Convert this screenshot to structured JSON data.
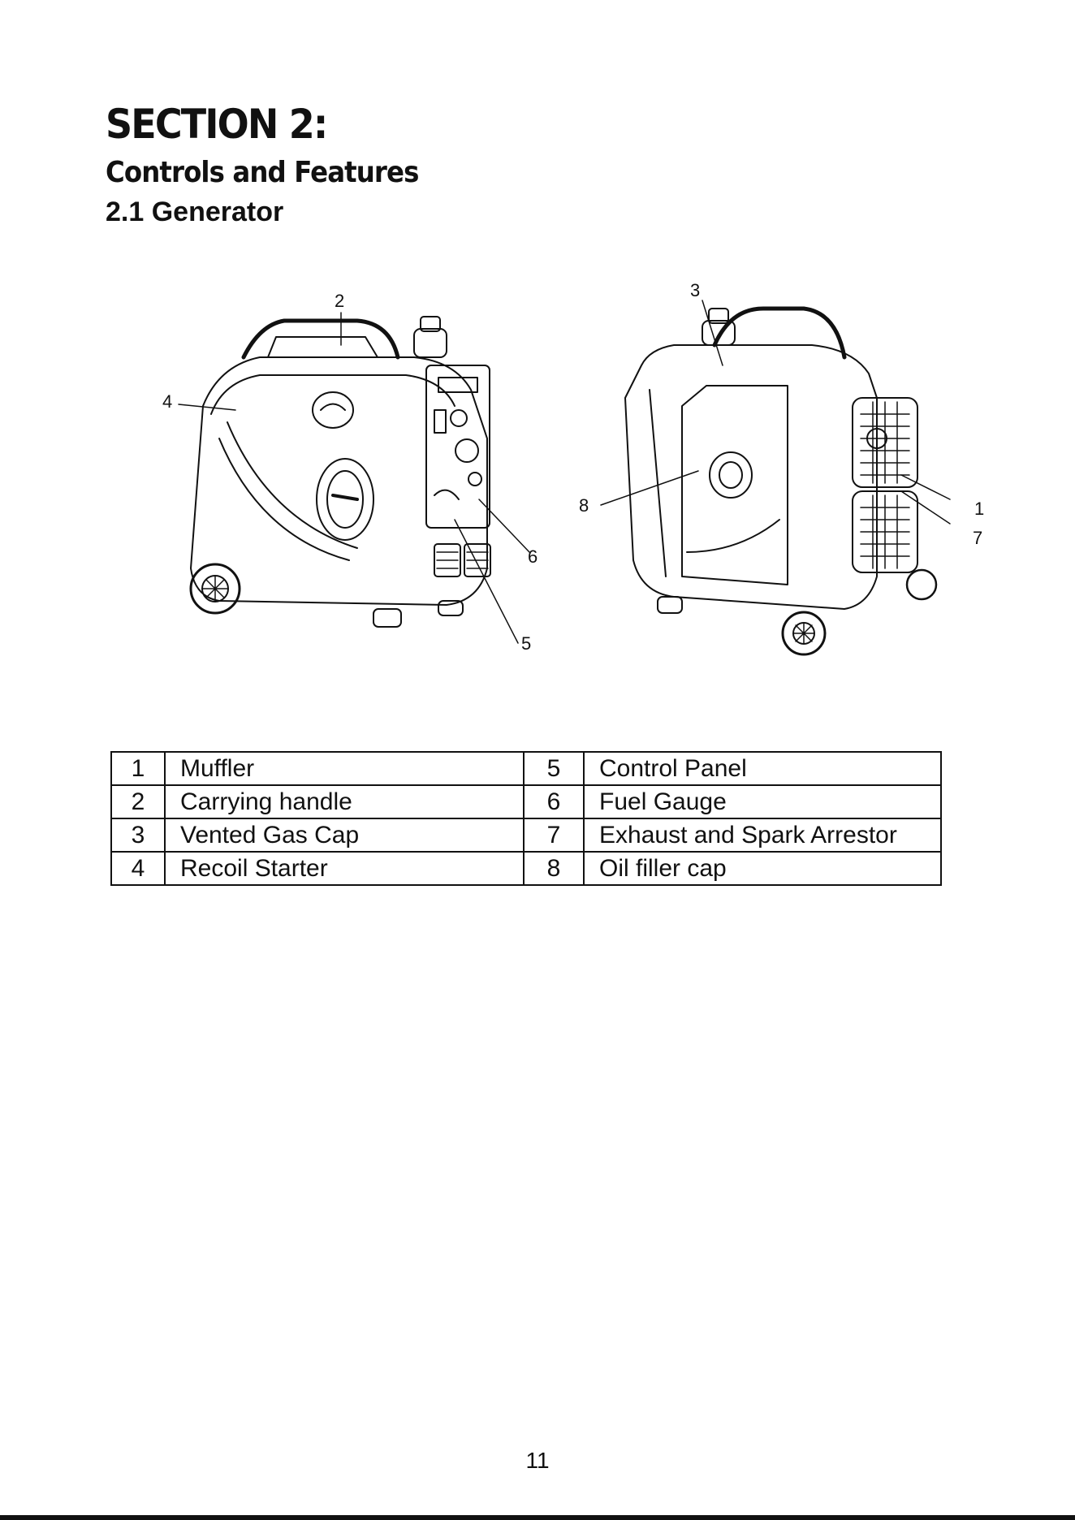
{
  "heading": {
    "section": "SECTION 2:",
    "subtitle": "Controls and Features",
    "subsection": "2.1 Generator"
  },
  "figure": {
    "callouts": [
      "1",
      "2",
      "3",
      "4",
      "5",
      "6",
      "7",
      "8"
    ]
  },
  "parts_table": {
    "rows": [
      {
        "left_num": "1",
        "left_label": "Muffler",
        "right_num": "5",
        "right_label": "Control Panel"
      },
      {
        "left_num": "2",
        "left_label": "Carrying handle",
        "right_num": "6",
        "right_label": "Fuel Gauge"
      },
      {
        "left_num": "3",
        "left_label": "Vented Gas Cap",
        "right_num": "7",
        "right_label": "Exhaust and Spark Arrestor"
      },
      {
        "left_num": "4",
        "left_label": "Recoil Starter",
        "right_num": "8",
        "right_label": "Oil filler cap"
      }
    ]
  },
  "footer": {
    "page_number": "11"
  }
}
